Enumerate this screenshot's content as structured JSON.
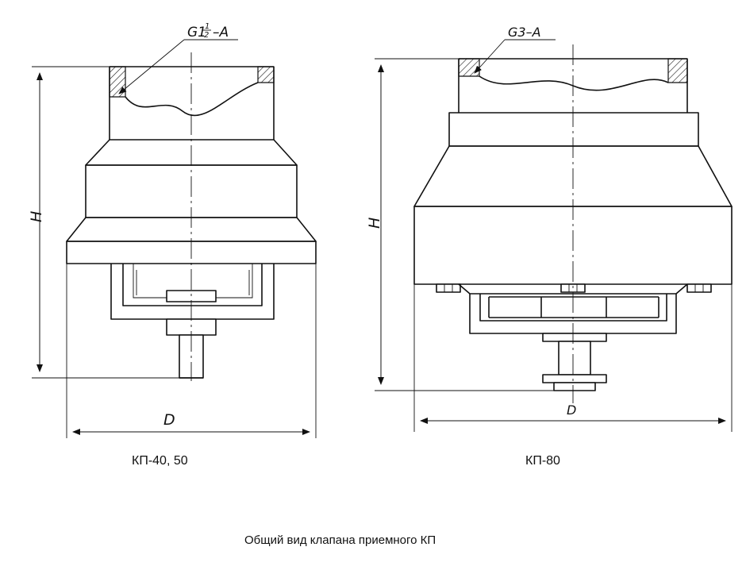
{
  "labels": {
    "height_symbol": "H",
    "diameter_symbol": "D",
    "thread_left_prefix": "G1",
    "thread_left_num": "1",
    "thread_left_den": "2",
    "thread_left_suffix": "–A",
    "thread_right": "G3–A"
  },
  "captions": {
    "left_model": "КП-40, 50",
    "right_model": "КП-80",
    "main": "Общий вид клапана приемного КП"
  }
}
